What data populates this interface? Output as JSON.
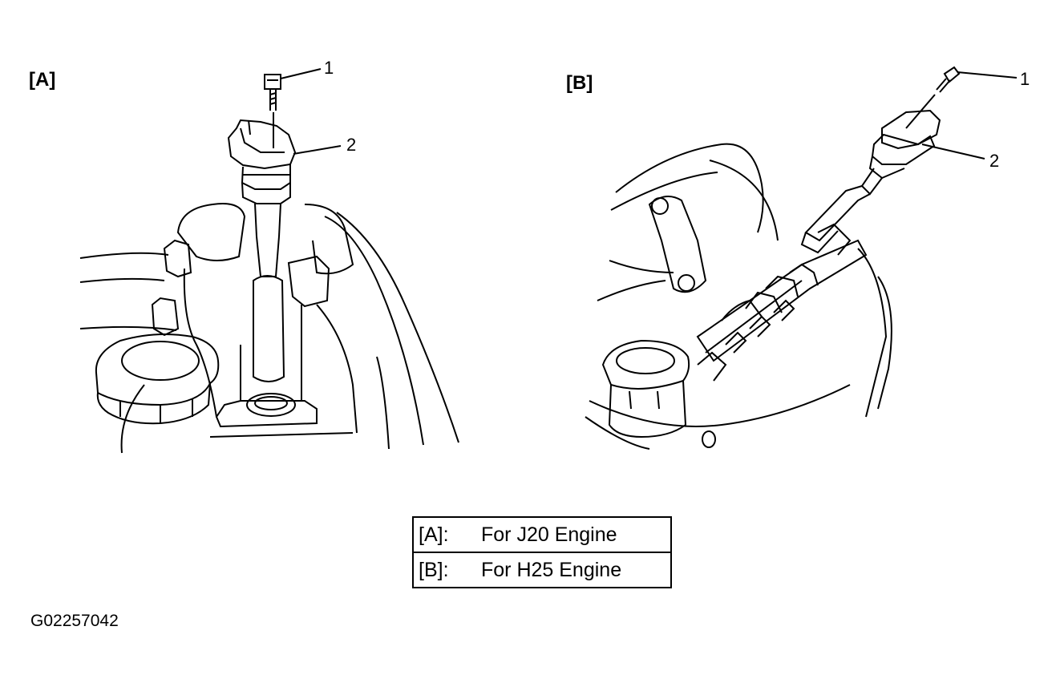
{
  "panel_a": {
    "label": "[A]",
    "callout_1": "1",
    "callout_2": "2"
  },
  "panel_b": {
    "label": "[B]",
    "callout_1": "1",
    "callout_2": "2"
  },
  "legend": {
    "rows": [
      {
        "key": "[A]:",
        "text": "For J20 Engine"
      },
      {
        "key": "[B]:",
        "text": "For H25 Engine"
      }
    ]
  },
  "figure_id": "G02257042"
}
